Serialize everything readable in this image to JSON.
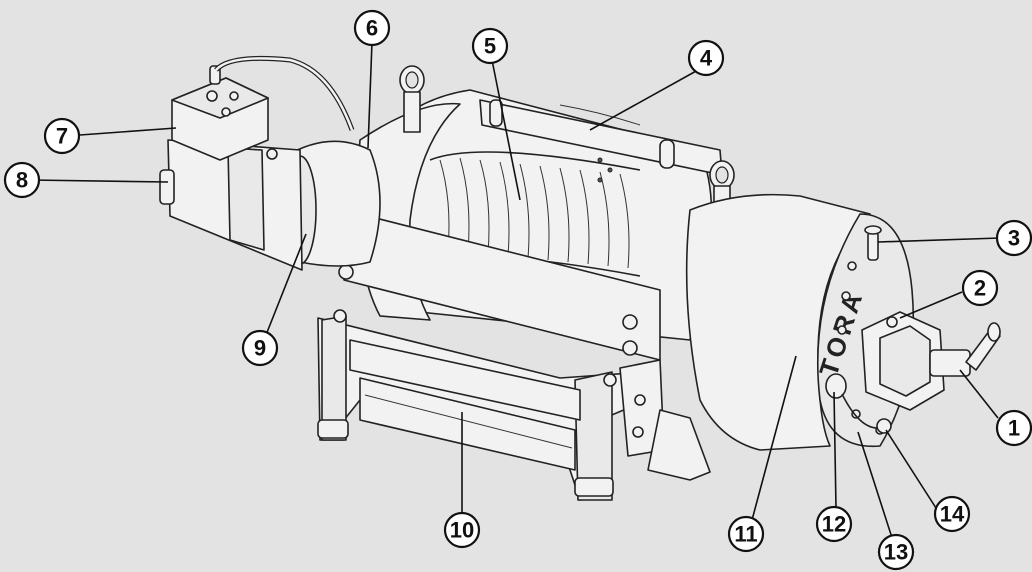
{
  "brand_text": "TORA",
  "callouts": [
    {
      "label": "1"
    },
    {
      "label": "2"
    },
    {
      "label": "3"
    },
    {
      "label": "4"
    },
    {
      "label": "5"
    },
    {
      "label": "6"
    },
    {
      "label": "7"
    },
    {
      "label": "8"
    },
    {
      "label": "9"
    },
    {
      "label": "10"
    },
    {
      "label": "11"
    },
    {
      "label": "12"
    },
    {
      "label": "13"
    },
    {
      "label": "14"
    }
  ],
  "colors": {
    "background": "#e3e3e3",
    "line": "#222222",
    "callout_fill": "#ffffff"
  }
}
